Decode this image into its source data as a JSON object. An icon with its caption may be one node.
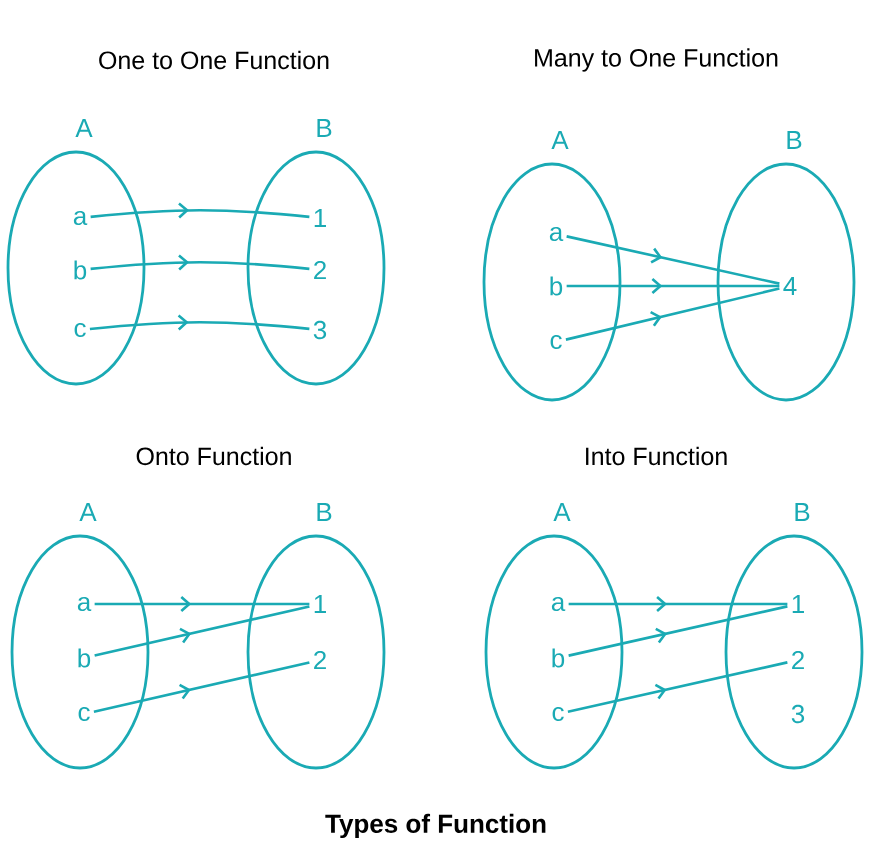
{
  "diagram": {
    "title": "Types of Function",
    "nodes": [
      {
        "text": [
          "A"
        ]
      },
      {
        "text": [
          "a"
        ],
        "in": 0
      },
      {
        "text": [
          "b"
        ],
        "in": 0
      },
      {
        "text": [
          "c"
        ],
        "in": 0
      },
      {
        "text": [
          "B"
        ]
      },
      {
        "text": [
          "1"
        ],
        "in": 4
      },
      {
        "text": [
          "2"
        ],
        "in": 4
      },
      {
        "text": [
          "3"
        ],
        "in": 4
      },
      {
        "text": [
          "A"
        ]
      },
      {
        "text": [
          "a"
        ],
        "in": 8
      },
      {
        "text": [
          "b"
        ],
        "in": 8
      },
      {
        "text": [
          "c"
        ],
        "in": 8
      },
      {
        "text": [
          "B"
        ]
      },
      {
        "text": [
          "4"
        ],
        "in": 12
      },
      {
        "text": [
          "A"
        ]
      },
      {
        "text": [
          "a"
        ],
        "in": 14
      },
      {
        "text": [
          "b"
        ],
        "in": 14
      },
      {
        "text": [
          "c"
        ],
        "in": 14
      },
      {
        "text": [
          "B"
        ]
      },
      {
        "text": [
          "1"
        ],
        "in": 18
      },
      {
        "text": [
          "2"
        ],
        "in": 18
      },
      {
        "text": [
          "A"
        ]
      },
      {
        "text": [
          "a"
        ],
        "in": 21
      },
      {
        "text": [
          "b"
        ],
        "in": 21
      },
      {
        "text": [
          "c"
        ],
        "in": 21
      },
      {
        "text": [
          "B"
        ]
      },
      {
        "text": [
          "1"
        ],
        "in": 25
      },
      {
        "text": [
          "2"
        ],
        "in": 25
      },
      {
        "text": [
          "3"
        ],
        "in": 25
      }
    ],
    "edges": [
      {
        "from": 1,
        "to": 5,
        "arrow": "to"
      },
      {
        "from": 2,
        "to": 6,
        "arrow": "to"
      },
      {
        "from": 3,
        "to": 7,
        "arrow": "to"
      },
      {
        "from": 9,
        "to": 13,
        "arrow": "to"
      },
      {
        "from": 10,
        "to": 13,
        "arrow": "to"
      },
      {
        "from": 11,
        "to": 13,
        "arrow": "to"
      },
      {
        "from": 15,
        "to": 19,
        "arrow": "to"
      },
      {
        "from": 16,
        "to": 19,
        "arrow": "to"
      },
      {
        "from": 17,
        "to": 20,
        "arrow": "to"
      },
      {
        "from": 22,
        "to": 26,
        "arrow": "to"
      },
      {
        "from": 23,
        "to": 26,
        "arrow": "to"
      },
      {
        "from": 24,
        "to": 27,
        "arrow": "to"
      }
    ],
    "labels": [
      "One to One Function",
      "Many to One Function",
      "Onto Function",
      "Into Function"
    ]
  }
}
